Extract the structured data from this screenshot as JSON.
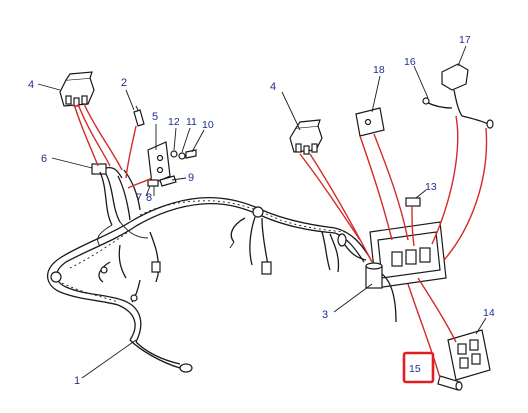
{
  "labels": {
    "p1": "1",
    "p2": "2",
    "p3": "3",
    "p4a": "4",
    "p4b": "4",
    "p5": "5",
    "p6": "6",
    "p7": "7",
    "p8": "8",
    "p9": "9",
    "p10": "10",
    "p11": "11",
    "p12": "12",
    "p13": "13",
    "p14": "14",
    "p15": "15",
    "p16": "16",
    "p17": "17",
    "p18": "18"
  },
  "highlighted_part": "15",
  "colors": {
    "label_text": "#1f2f8f",
    "callout_lines": "#d42a2a",
    "highlight_box": "#e02020",
    "line_art": "#1a1a1a",
    "background": "#ffffff"
  }
}
